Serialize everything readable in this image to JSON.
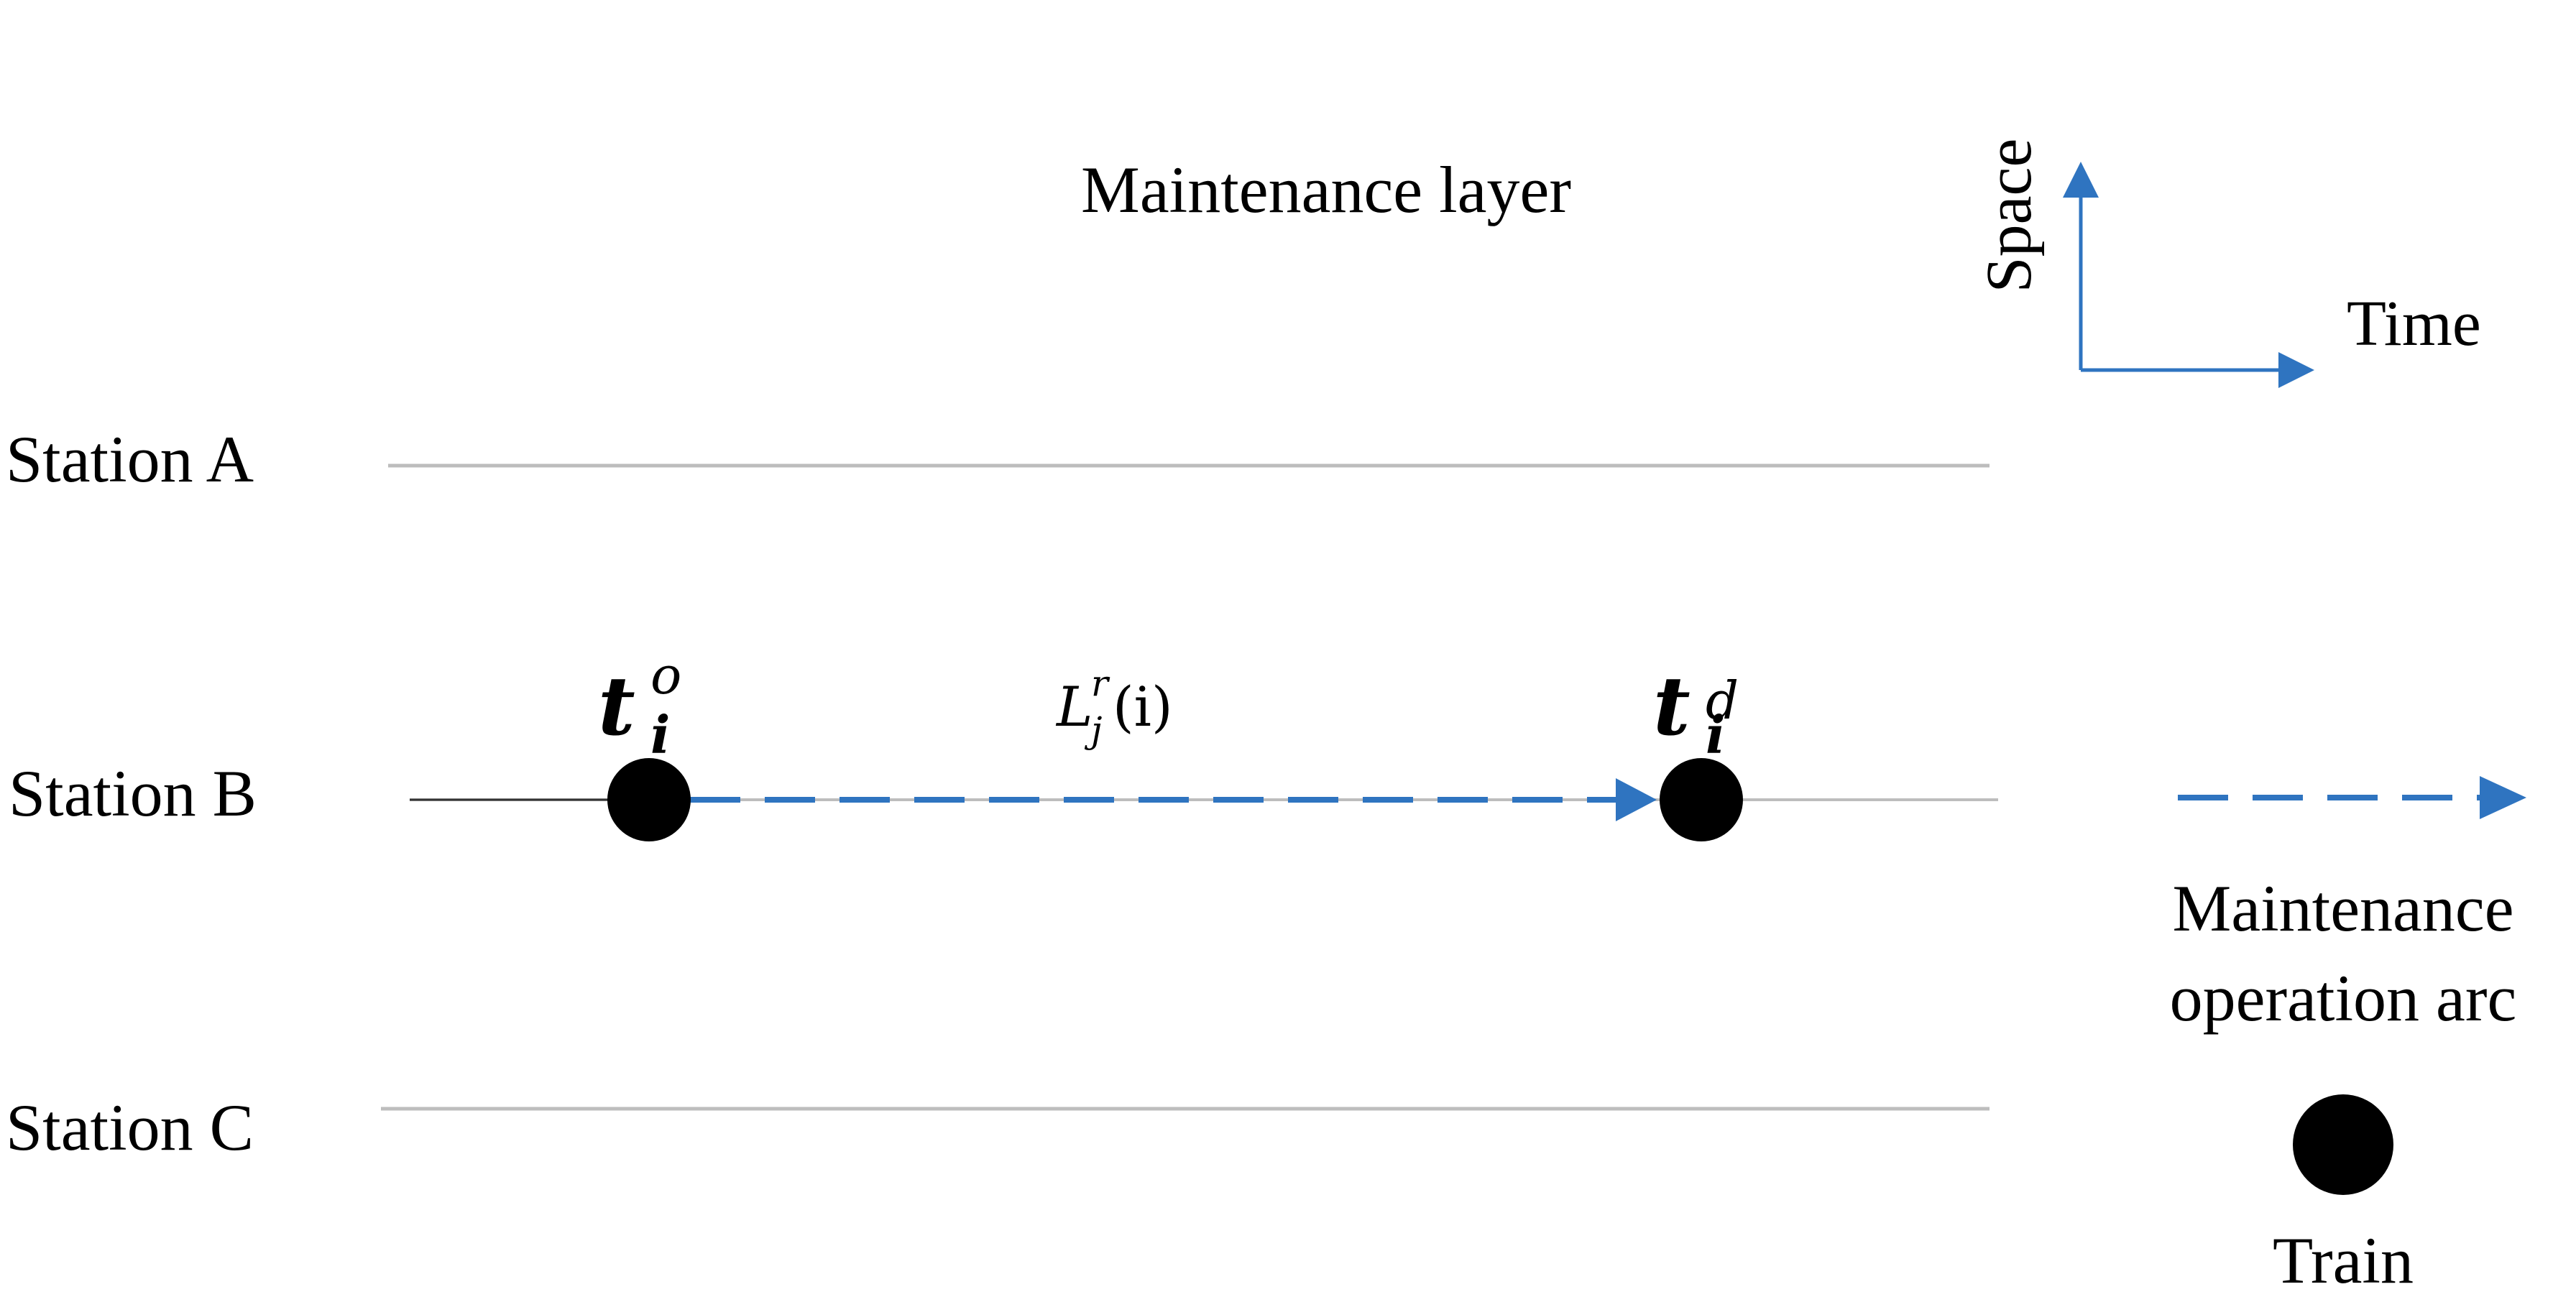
{
  "title": "Maintenance layer",
  "axes": {
    "space_label": "Space",
    "time_label": "Time",
    "color": "#2f74c0"
  },
  "stations": [
    {
      "label": "Station A"
    },
    {
      "label": "Station B"
    },
    {
      "label": "Station C"
    }
  ],
  "arc": {
    "origin_symbol": {
      "base": "t",
      "sub": "i",
      "sup": "o"
    },
    "dest_symbol": {
      "base": "t",
      "sub": "i",
      "sup": "d"
    },
    "arc_symbol": {
      "base": "L",
      "sub": "j",
      "sup": "r",
      "arg": "(i)"
    },
    "color": "#2f74c0"
  },
  "legend": {
    "arc_label_line1": "Maintenance",
    "arc_label_line2": "operation arc",
    "node_label": "Train"
  },
  "colors": {
    "station_line": "#bdbdbd",
    "node": "#000000",
    "arc": "#2f74c0"
  }
}
